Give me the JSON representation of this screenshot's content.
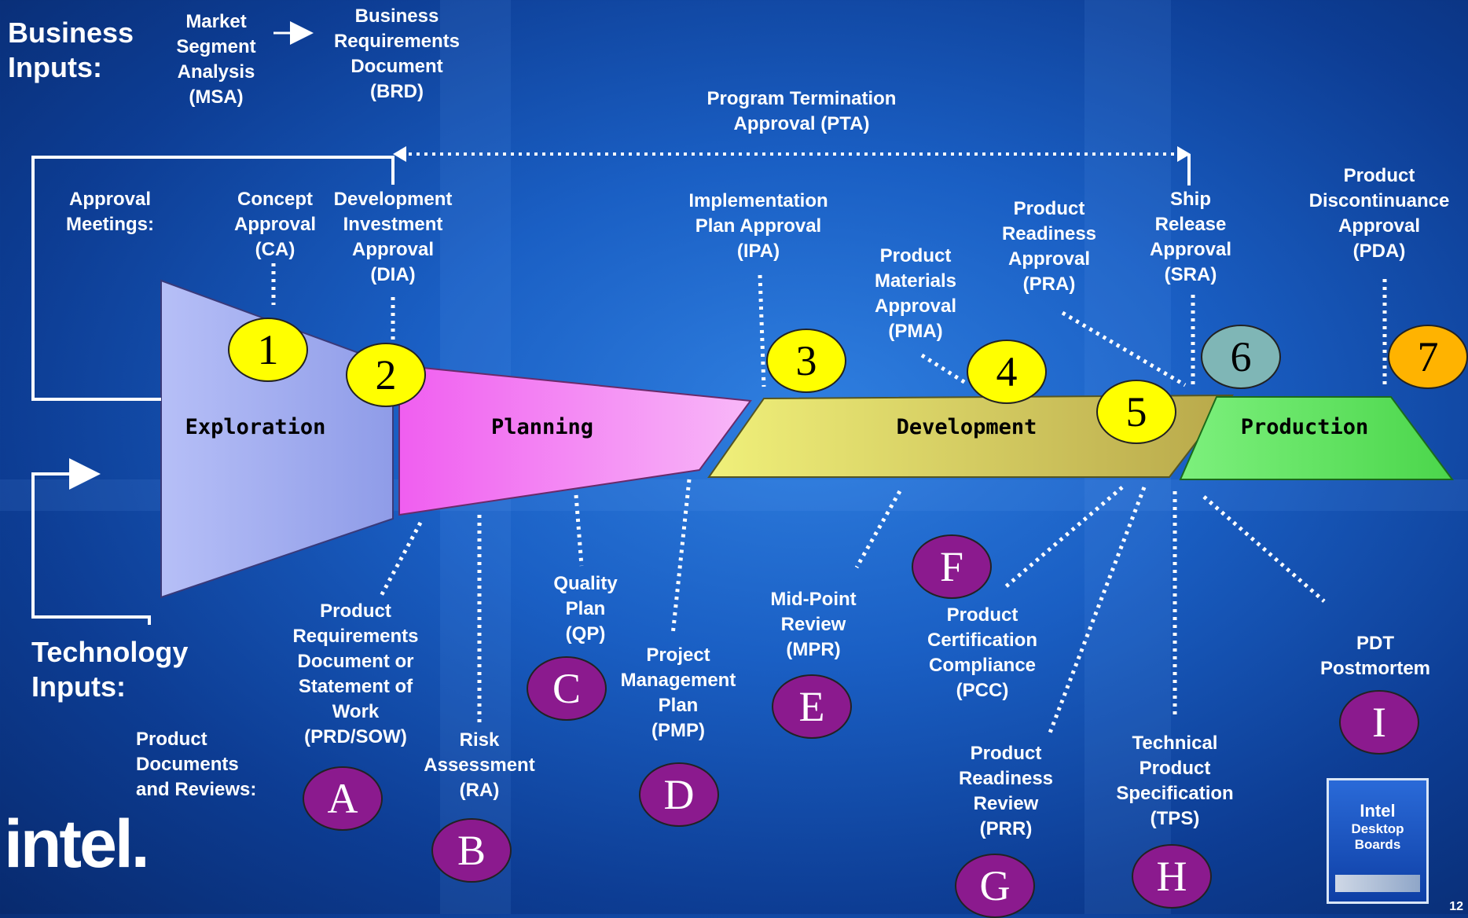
{
  "business_inputs": {
    "heading": "Business\nInputs:",
    "msa": "Market\nSegment\nAnalysis\n(MSA)",
    "brd": "Business\nRequirements\nDocument\n(BRD)"
  },
  "pta": "Program Termination\nApproval (PTA)",
  "approval_meetings": {
    "heading": "Approval\nMeetings:",
    "ca": "Concept\nApproval\n(CA)",
    "dia": "Development\nInvestment\nApproval\n(DIA)",
    "ipa": "Implementation\nPlan Approval\n(IPA)",
    "pma": "Product\nMaterials\nApproval\n(PMA)",
    "pra": "Product\nReadiness\nApproval\n(PRA)",
    "sra": "Ship\nRelease\nApproval\n(SRA)",
    "pda": "Product\nDiscontinuance\nApproval\n(PDA)"
  },
  "phases": [
    "Exploration",
    "Planning",
    "Development",
    "Production"
  ],
  "numbered_nodes": [
    "1",
    "2",
    "3",
    "4",
    "5",
    "6",
    "7"
  ],
  "technology_inputs": {
    "heading": "Technology\nInputs:",
    "product_docs": "Product\nDocuments\nand Reviews:",
    "prd": "Product\nRequirements\nDocument or\nStatement of\nWork\n(PRD/SOW)",
    "ra": "Risk\nAssessment\n(RA)",
    "qp": "Quality\nPlan\n(QP)",
    "pmp": "Project\nManagement\nPlan\n(PMP)",
    "mpr": "Mid-Point\nReview\n(MPR)",
    "pcc": "Product\nCertification\nCompliance\n(PCC)",
    "prr": "Product\nReadiness\nReview\n(PRR)",
    "tps": "Technical\nProduct\nSpecification\n(TPS)",
    "pdt": "PDT\nPostmortem"
  },
  "lettered_nodes": [
    "A",
    "B",
    "C",
    "D",
    "E",
    "F",
    "G",
    "H",
    "I"
  ],
  "logo": "intel.",
  "badge": {
    "line1": "Intel",
    "line2": "Desktop\nBoards"
  },
  "page_number": "12",
  "colors": {
    "exploration": "#a9b4f2",
    "planning": "#f27af2",
    "development": "#dede6a",
    "production": "#6de66d",
    "yellow_node": "#ffff00",
    "purple_node": "#8b1a8e",
    "teal_node": "#7fb6b6",
    "orange_node": "#ffb300"
  }
}
